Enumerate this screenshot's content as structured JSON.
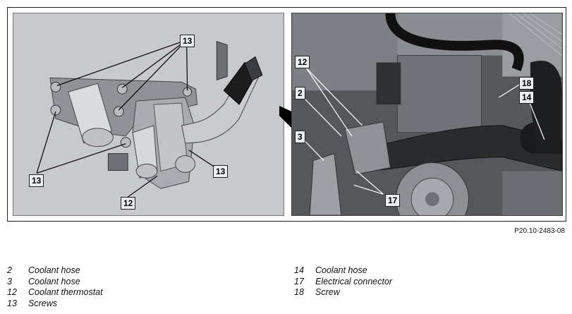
{
  "figure": {
    "left_callouts": [
      "13",
      "13",
      "13",
      "12"
    ],
    "right_callouts": [
      "12",
      "2",
      "3",
      "17",
      "18",
      "14"
    ],
    "image_ref": "P20.10-2483-08"
  },
  "legend": {
    "left": [
      {
        "num": "2",
        "text": "Coolant hose"
      },
      {
        "num": "3",
        "text": "Coolant hose"
      },
      {
        "num": "12",
        "text": "Coolant thermostat"
      },
      {
        "num": "13",
        "text": "Screws"
      }
    ],
    "right": [
      {
        "num": "14",
        "text": "Coolant hose"
      },
      {
        "num": "17",
        "text": "Electrical connector"
      },
      {
        "num": "18",
        "text": "Screw"
      }
    ]
  },
  "colors": {
    "left_bg": "#c7c9cc",
    "right_bg": "#5c5e60",
    "callout_bg": "#eceff1"
  }
}
